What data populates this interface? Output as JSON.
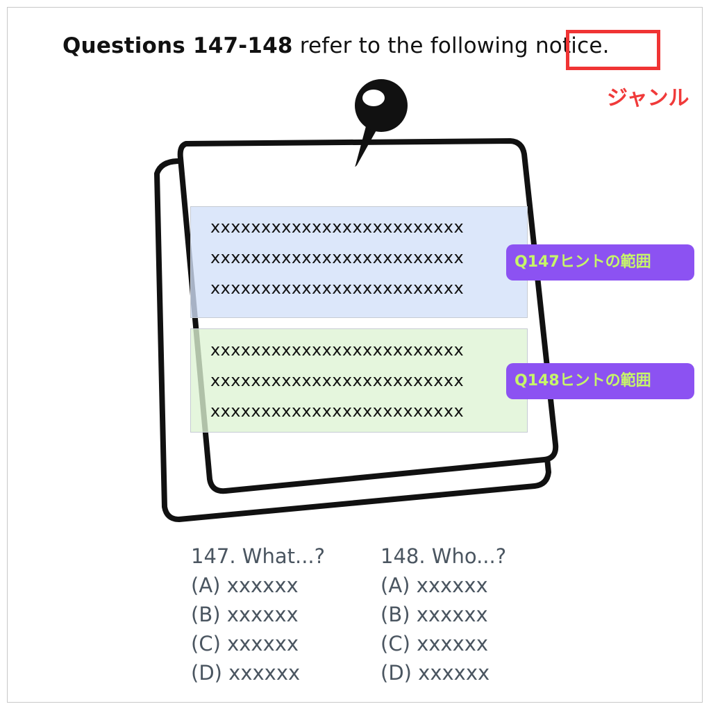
{
  "heading": {
    "bold": "Questions 147-148",
    "rest": " refer to the following ",
    "highlight": "notice."
  },
  "genre_label": "ジャンル",
  "notice": {
    "block1_lines": [
      "xxxxxxxxxxxxxxxxxxxxxxxxx",
      "xxxxxxxxxxxxxxxxxxxxxxxxx",
      "xxxxxxxxxxxxxxxxxxxxxxxxx"
    ],
    "block2_lines": [
      "xxxxxxxxxxxxxxxxxxxxxxxxx",
      "xxxxxxxxxxxxxxxxxxxxxxxxx",
      "xxxxxxxxxxxxxxxxxxxxxxxxx"
    ]
  },
  "tags": {
    "q147": "Q147ヒントの範囲",
    "q148": "Q148ヒントの範囲"
  },
  "questions": [
    {
      "prompt": "147. What...?",
      "options": [
        "(A) xxxxxx",
        "(B) xxxxxx",
        "(C) xxxxxx",
        "(D) xxxxxx"
      ]
    },
    {
      "prompt": "148. Who...?",
      "options": [
        "(A) xxxxxx",
        "(B) xxxxxx",
        "(C) xxxxxx",
        "(D) xxxxxx"
      ]
    }
  ],
  "colors": {
    "genre_red": "#f03434",
    "tag_bg": "#8c52f2",
    "tag_text": "#c6f56a",
    "block1_bg": "#d2e0f8",
    "block2_bg": "#def4d4"
  },
  "icons": [
    "push-pin-icon"
  ]
}
